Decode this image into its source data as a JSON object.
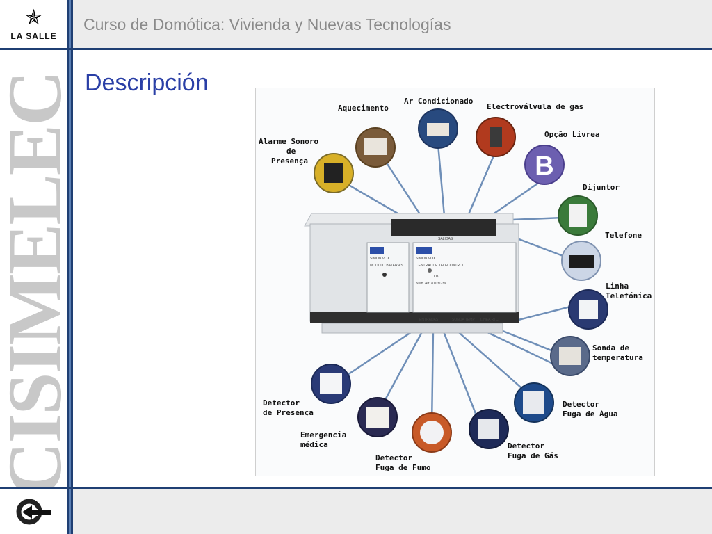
{
  "header": {
    "logo_text": "LA SALLE",
    "course_title": "Curso de Domótica: Vivienda y Nuevas Tecnologías"
  },
  "sidebar": {
    "vertical_text": "CISIMELEC"
  },
  "slide": {
    "title": "Descripción"
  },
  "figure": {
    "device": {
      "module_left_brand": "SIMON VOX",
      "module_left_label": "MODULO BATERIAS",
      "module_right_brand": "SIMON VOX",
      "module_right_label": "CENTRAL DE TELECONTROL",
      "module_right_ok": "OK",
      "module_right_ref": "Núm. Art. 81031-39",
      "top_terminal_label": "SALIDAS",
      "bottom_terminal_left": "ENTRADAS",
      "bottom_terminal_mid": "SONDA TEMP",
      "bottom_terminal_right": "LINEA RTC"
    },
    "labels": {
      "aquecimento": "Aquecimento",
      "ar_condicionado": "Ar Condicionado",
      "electrovalvula": "Electroválvula de gas",
      "opcao_livre": "Opção Livrea",
      "alarme_1": "Alarme Sonoro",
      "alarme_2": "de",
      "alarme_3": "Presença",
      "dijuntor": "Dijuntor",
      "telefone": "Telefone",
      "linha_1": "Linha",
      "linha_2": "Telefónica",
      "sonda_1": "Sonda de",
      "sonda_2": "temperatura",
      "det_presenca_1": "Detector",
      "det_presenca_2": "de Presença",
      "emergencia_1": "Emergencia",
      "emergencia_2": "médica",
      "fumo_1": "Detector",
      "fumo_2": "Fuga de Fumo",
      "gas_1": "Detector",
      "gas_2": "Fuga de Gás",
      "agua_1": "Detector",
      "agua_2": "Fuga de Água"
    },
    "option_letter": "B"
  }
}
